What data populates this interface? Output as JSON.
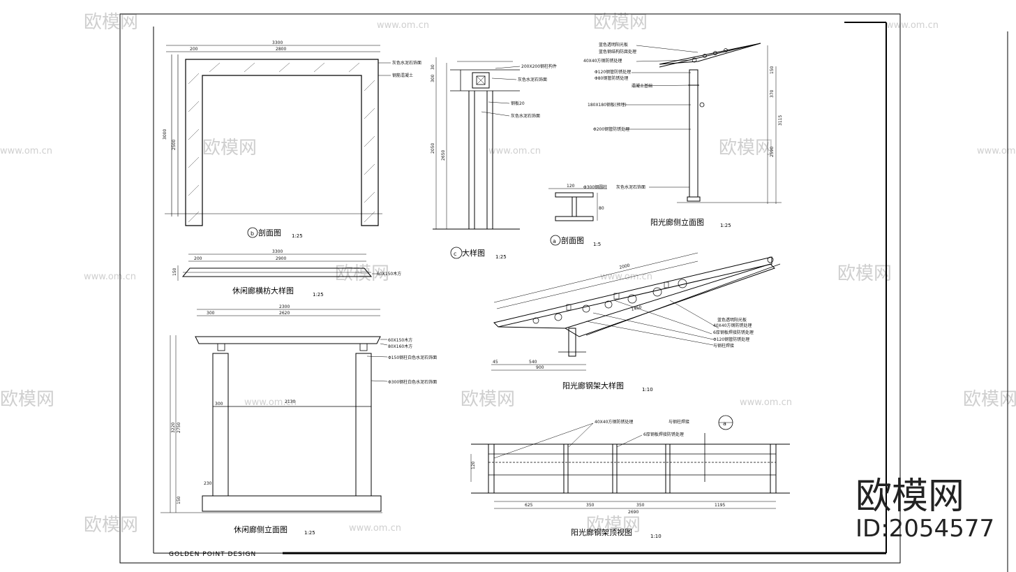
{
  "drawing": {
    "brand": "GOLDEN POINT DESIGN",
    "views": [
      {
        "id": "b",
        "title": "剖面图",
        "scale": "1:25",
        "labels": [
          "灰色水泥石饰面",
          "钢筋混凝土"
        ],
        "dims": {
          "total": "3300",
          "inner": "2800",
          "side": "200",
          "h_total": "3000",
          "h_inner": "2500"
        }
      },
      {
        "id": "c",
        "title": "大样图",
        "scale": "1:25",
        "labels": [
          "200X200钢柱构件",
          "灰色水泥石饰面",
          "钢板20",
          "灰色水泥石饰面"
        ],
        "dims": {
          "d1": "30",
          "d2": "300",
          "d3": "2050",
          "d4": "2650"
        }
      },
      {
        "id": "a",
        "title": "剖面图",
        "scale": "1:5",
        "labels": [
          "Φ300钢圆柱"
        ],
        "dims": {
          "w": "120",
          "h": "80"
        }
      },
      {
        "id": "side",
        "title": "阳光廊侧立面图",
        "scale": "1:25",
        "labels": [
          "蓝色透明阳光板",
          "蓝色钢结构防腐处理",
          "40X40方钢防锈处理",
          "Φ120钢管防锈处理",
          "Φ80钢管防锈处理",
          "混凝土基础",
          "180X180钢板(预埋)",
          "Φ200钢管防锈处理",
          "灰色水泥石饰面"
        ],
        "dims": {
          "d1": "150",
          "d2": "370",
          "d3": "3115",
          "d4": "2590"
        }
      },
      {
        "id": "beam",
        "title": "休闲廊横枋大样图",
        "scale": "1:25",
        "labels": [
          "60X150木方"
        ],
        "dims": {
          "total": "3300",
          "mid": "2900",
          "end": "200",
          "h": "150"
        }
      },
      {
        "id": "truss",
        "title": "阳光廊钢架大样图",
        "scale": "1:10",
        "labels": [
          "蓝色透明阳光板",
          "40X40方钢防锈处理",
          "6厚钢板焊接防锈处理",
          "Φ120钢管防锈处理",
          "与钢柱焊接"
        ],
        "dims": {
          "top": "2000",
          "span": "1450",
          "d1": "540",
          "d2": "900",
          "d3": "45"
        }
      },
      {
        "id": "elev",
        "title": "休闲廊侧立面图",
        "scale": "1:25",
        "labels": [
          "60X150木方",
          "80X160木方",
          "Φ150钢柱白色水泥石饰面",
          "Φ300钢柱白色水泥石饰面"
        ],
        "dims": {
          "total": "2300",
          "mid": "2620",
          "end": "300",
          "span": "2130",
          "post": "300",
          "h": "3220",
          "h2": "2750",
          "base": "150",
          "ped": "230"
        }
      },
      {
        "id": "plan",
        "title": "阳光廊钢架顶视图",
        "scale": "1:10",
        "labels": [
          "40X40方钢防锈处理",
          "与钢柱焊接",
          "6厚钢板焊接防锈处理"
        ],
        "dims": {
          "d1": "625",
          "d2": "350",
          "d3": "350",
          "d4": "1195",
          "total": "2690",
          "h": "120"
        }
      }
    ]
  },
  "watermark": {
    "logo_text": "欧模网",
    "site": "www.om.cn",
    "id_label": "ID:2054577"
  }
}
